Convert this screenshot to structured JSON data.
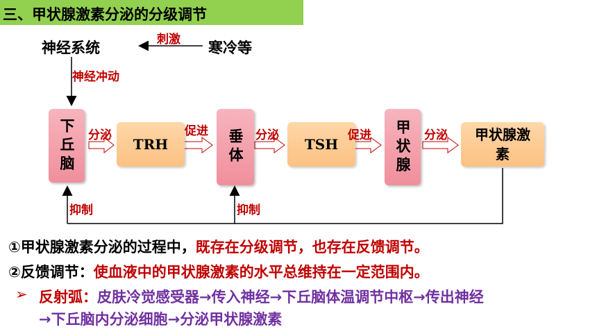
{
  "title": "三、甲状腺激素分泌的分级调节",
  "diagram": {
    "nervous_system": "神经系统",
    "cold": "寒冷等",
    "stimulus": "刺激",
    "nerve_impulse": "神经冲动",
    "hypothalamus": "下丘脑",
    "secrete1": "分泌",
    "trh": "TRH",
    "promote1": "促进",
    "pituitary": "垂体",
    "secrete2": "分泌",
    "tsh": "TSH",
    "promote2": "促进",
    "thyroid": "甲状腺",
    "secrete3": "分泌",
    "thyroid_hormone_line1": "甲状腺激",
    "thyroid_hormone_line2": "素",
    "inhibit1": "抑制",
    "inhibit2": "抑制"
  },
  "notes": {
    "note1_prefix": "①甲状腺激素分泌的过程中，",
    "note1_red": "既存在分级调节，也存在反馈调节。",
    "note2_prefix": "②反馈调节：",
    "note2_red": "使血液中的甲状腺激素的水平总维持在一定范围内。",
    "bullet_symbol": "➢",
    "reflex_label": "反射弧：",
    "reflex_line1": "皮肤冷觉感受器→传入神经→下丘脑体温调节中枢→传出神经",
    "reflex_line2": "→下丘脑内分泌细胞→分泌甲状腺激素"
  },
  "colors": {
    "title_bg": "#92d050",
    "red_text": "#c00000",
    "purple_text": "#7030a0",
    "pink_box": "#f4a6b0",
    "peach_box": "#fcc98c"
  }
}
